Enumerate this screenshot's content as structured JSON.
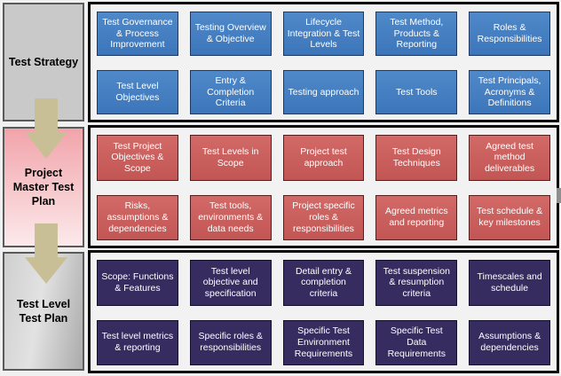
{
  "bands": [
    {
      "label": "Test Strategy",
      "boxes": [
        "Test Governance & Process Improvement",
        "Testing Overview & Objective",
        "Lifecycle Integration & Test Levels",
        "Test Method, Products & Reporting",
        "Roles & Responsibilities",
        "Test Level Objectives",
        "Entry & Completion Criteria",
        "Testing approach",
        "Test Tools",
        "Test Principals, Acronyms & Definitions"
      ]
    },
    {
      "label": "Project Master Test Plan",
      "boxes": [
        "Test Project Objectives & Scope",
        "Test Levels in Scope",
        "Project test approach",
        "Test Design Techniques",
        "Agreed test method deliverables",
        "Risks, assumptions & dependencies",
        "Test tools, environments & data needs",
        "Project specific roles & responsibilities",
        "Agreed metrics and reporting",
        "Test schedule & key milestones"
      ]
    },
    {
      "label": "Test Level Test Plan",
      "boxes": [
        "Scope: Functions & Features",
        "Test level objective and specification",
        "Detail entry & completion criteria",
        "Test suspension & resumption criteria",
        "Timescales and schedule",
        "Test level metrics & reporting",
        "Specific roles & responsibilities",
        "Specific Test Environment Requirements",
        "Specific Test Data Requirements",
        "Assumptions & dependencies"
      ]
    }
  ],
  "colors": {
    "page_bg": "#F0F0F0",
    "container_bg": "#F2F2F2",
    "container_border": "#0B0B0B",
    "strategy_box_top": "#5089C9",
    "strategy_box_bottom": "#3C76BA",
    "strategy_box_border": "#1F3864",
    "master_box_top": "#D26A67",
    "master_box_bottom": "#C25654",
    "master_box_border": "#55201F",
    "level_box_bg": "#372C60",
    "level_box_border": "#16112E",
    "box_text": "#FFFFFF",
    "label_text": "#000000",
    "label_border": "#5A5A5A",
    "strategy_label_bg": "#C9C9C9",
    "master_label_top": "#F1A4AA",
    "master_label_bottom": "#FCE9EB",
    "level_label_top": "#CFCFCF",
    "level_label_mid": "#E2E2E2",
    "level_label_bottom": "#ABABAB",
    "arrow": "#C8BF97",
    "edge_fragment": "#8F8F8F"
  }
}
